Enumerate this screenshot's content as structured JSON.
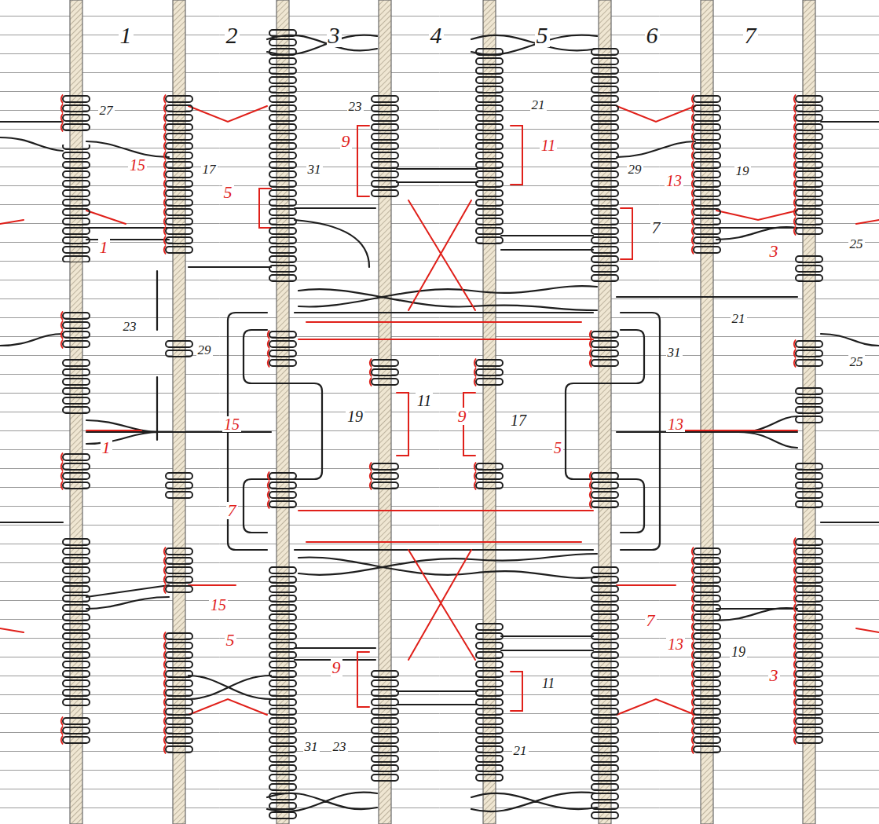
{
  "diagram": {
    "labels": [
      "1",
      "2",
      "3",
      "4",
      "5",
      "6",
      "7",
      "27",
      "23",
      "21",
      "9",
      "11",
      "15",
      "17",
      "31",
      "29",
      "19",
      "13",
      "5",
      "7",
      "1",
      "3",
      "25",
      "23",
      "29",
      "21",
      "31",
      "25",
      "19",
      "11",
      "9",
      "17",
      "5",
      "15",
      "13",
      "1",
      "7",
      "15",
      "5",
      "7",
      "13",
      "19",
      "3",
      "9",
      "11",
      "31",
      "23",
      "21"
    ]
  }
}
